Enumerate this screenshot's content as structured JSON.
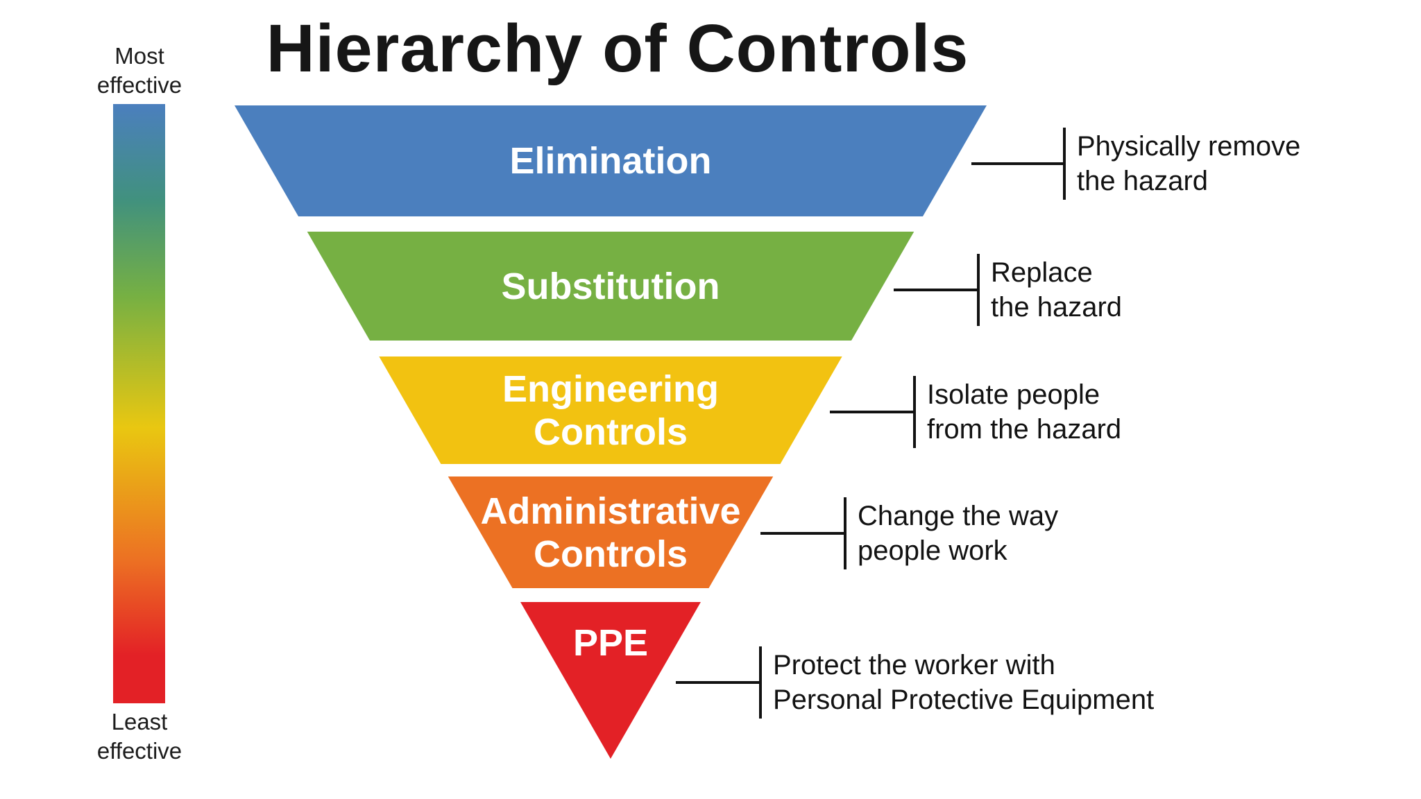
{
  "title": "Hierarchy of Controls",
  "scale": {
    "top_label_line1": "Most",
    "top_label_line2": "effective",
    "bottom_label_line1": "Least",
    "bottom_label_line2": "effective",
    "gradient_colors": [
      "#4B7FBE",
      "#76B043",
      "#E9C711",
      "#EC7123",
      "#E32126"
    ]
  },
  "pyramid": {
    "layers": [
      {
        "name": "elimination",
        "line1": "Elimination",
        "color": "#4B7FBE"
      },
      {
        "name": "substitution",
        "line1": "Substitution",
        "color": "#76B043"
      },
      {
        "name": "engineering-controls",
        "line1": "Engineering",
        "line2": "Controls",
        "color": "#F2C211"
      },
      {
        "name": "administrative-controls",
        "line1": "Administrative",
        "line2": "Controls",
        "color": "#EC7123"
      },
      {
        "name": "ppe",
        "line1": "PPE",
        "color": "#E32126"
      }
    ]
  },
  "annotations": [
    {
      "line1": "Physically remove",
      "line2": "the hazard"
    },
    {
      "line1": "Replace",
      "line2": "the hazard"
    },
    {
      "line1": "Isolate people",
      "line2": "from the hazard"
    },
    {
      "line1": "Change the way",
      "line2": "people work"
    },
    {
      "line1": "Protect the worker with",
      "line2": "Personal Protective Equipment"
    }
  ]
}
